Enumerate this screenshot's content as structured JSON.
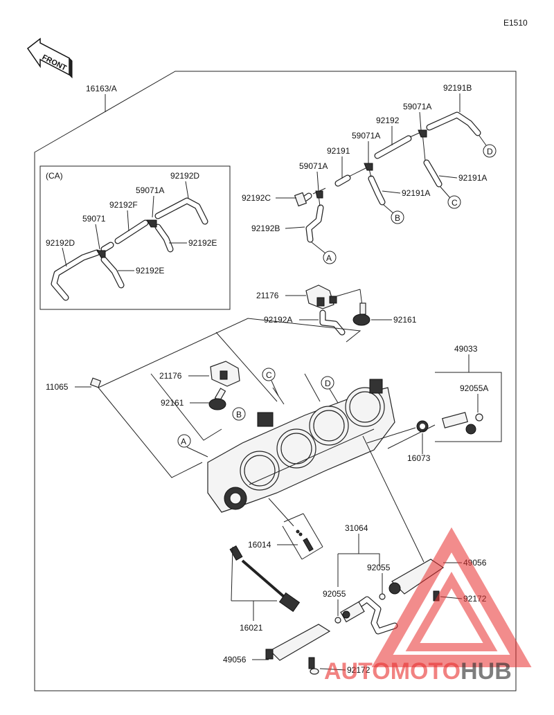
{
  "diagram_code": "E1510",
  "front_label": "FRONT",
  "inset_label": "(CA)",
  "watermark": {
    "brand_a": "AUTO",
    "brand_b": "MOTO",
    "brand_c": "HUB",
    "red": "#e8302f",
    "dark": "#2a2a2a"
  },
  "parts": {
    "p16163A": "16163/A",
    "p92191B": "92191B",
    "p59071A_1": "59071A",
    "p92192": "92192",
    "p59071A_2": "59071A",
    "p92191": "92191",
    "p59071A_3": "59071A",
    "p92192C": "92192C",
    "p92192B": "92192B",
    "p92191A_1": "92191A",
    "p92191A_2": "92191A",
    "ca_92192D_1": "92192D",
    "ca_59071A": "59071A",
    "ca_92192F": "92192F",
    "ca_59071": "59071",
    "ca_92192E_1": "92192E",
    "ca_92192D_2": "92192D",
    "ca_92192E_2": "92192E",
    "p21176_1": "21176",
    "p92192A": "92192A",
    "p92161_1": "92161",
    "p49033": "49033",
    "p11065": "11065",
    "p21176_2": "21176",
    "p92161_2": "92161",
    "p92055A": "92055A",
    "p16073": "16073",
    "p31064": "31064",
    "p16014": "16014",
    "p49056_1": "49056",
    "p92055_1": "92055",
    "p92055_2": "92055",
    "p92172_1": "92172",
    "p16021": "16021",
    "p49056_2": "49056",
    "p92172_2": "92172"
  },
  "callouts": {
    "a1": "A",
    "b1": "B",
    "c1": "C",
    "d1": "D",
    "a2": "A",
    "b2": "B",
    "c2": "C",
    "d2": "D"
  }
}
